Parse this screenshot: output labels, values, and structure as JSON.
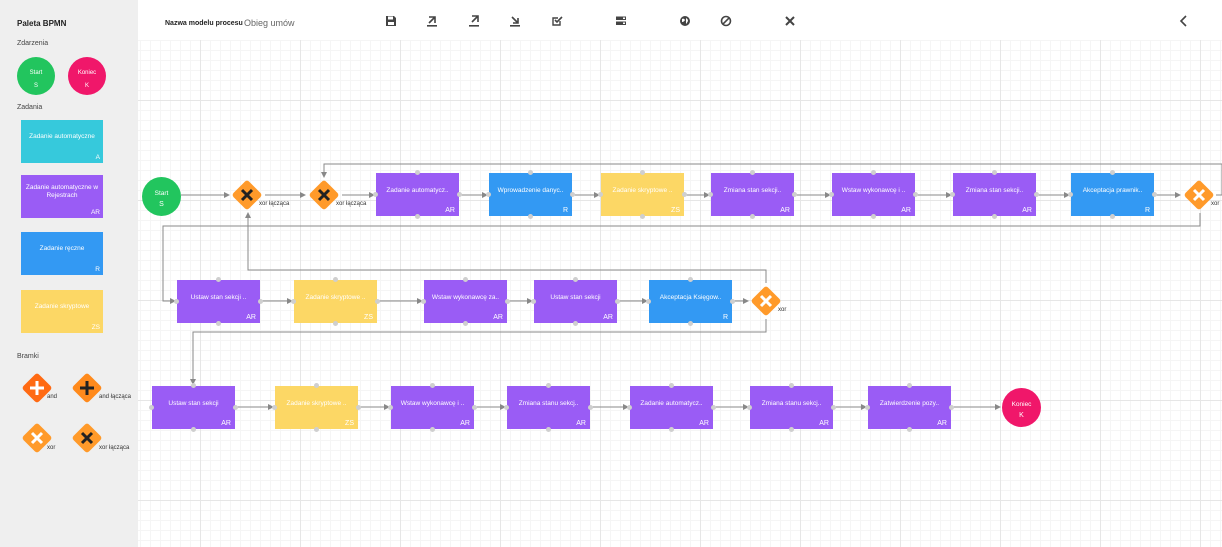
{
  "palette": {
    "title": "Paleta BPMN",
    "sections": {
      "events": "Zdarzenia",
      "tasks": "Zadania",
      "gateways": "Bramki"
    },
    "events": [
      {
        "label": "Start",
        "code": "S",
        "color": "#22c55e"
      },
      {
        "label": "Koniec",
        "code": "K",
        "color": "#f0176a"
      }
    ],
    "tasks": [
      {
        "label": "Zadanie automatyczne",
        "code": "A",
        "color": "#36c9dc"
      },
      {
        "label": "Zadanie automatyczne w Rejestrach",
        "code": "AR",
        "color": "#9a5cf5"
      },
      {
        "label": "Zadanie ręczne",
        "code": "R",
        "color": "#3399f3"
      },
      {
        "label": "Zadanie skryptowe",
        "code": "ZS",
        "color": "#fcd765"
      }
    ],
    "gateways": [
      {
        "label": "and",
        "type": "plus",
        "fill": "#ff6a13",
        "mark": "#ffffff"
      },
      {
        "label": "and łącząca",
        "type": "plus",
        "fill": "#ff8a1c",
        "mark": "#222222"
      },
      {
        "label": "xor",
        "type": "x",
        "fill": "#ff9a2a",
        "mark": "#ffffff"
      },
      {
        "label": "xor łącząca",
        "type": "x",
        "fill": "#ff9a2a",
        "mark": "#222222"
      }
    ]
  },
  "header": {
    "model_label": "Nazwa modelu procesu",
    "model_name": "Obieg umów",
    "toolbar": [
      {
        "name": "save-icon"
      },
      {
        "name": "export-icon"
      },
      {
        "name": "export-alt-icon"
      },
      {
        "name": "import-icon"
      },
      {
        "name": "validate-icon"
      },
      {
        "name": "server-icon"
      },
      {
        "name": "globe-icon"
      },
      {
        "name": "block-icon"
      },
      {
        "name": "close-icon"
      }
    ],
    "collapse_icon": "chevron-left-icon"
  },
  "colors": {
    "start": "#22c55e",
    "end": "#f0176a",
    "auto": "#9a5cf5",
    "manual": "#3399f3",
    "script": "#fcd765",
    "gateway": "#ff9a2a"
  },
  "diagram": {
    "nodes": [
      {
        "id": "start",
        "kind": "start",
        "label": "Start",
        "code": "S"
      },
      {
        "id": "g1",
        "kind": "gateway",
        "mark": "#222222",
        "label": "xor łącząca"
      },
      {
        "id": "g2",
        "kind": "gateway",
        "mark": "#222222",
        "label": "xor łącząca"
      },
      {
        "id": "t1",
        "kind": "auto",
        "label": "Zadanie automatycz..",
        "code": "AR"
      },
      {
        "id": "t2",
        "kind": "manual",
        "label": "Wprowadzenie danyc..",
        "code": "R"
      },
      {
        "id": "t3",
        "kind": "script",
        "label": "Zadanie skryptowe ..",
        "code": "ZS"
      },
      {
        "id": "t4",
        "kind": "auto",
        "label": "Zmiana stan sekcji..",
        "code": "AR"
      },
      {
        "id": "t5",
        "kind": "auto",
        "label": "Wstaw wykonawcę i ..",
        "code": "AR"
      },
      {
        "id": "t6",
        "kind": "auto",
        "label": "Zmiana stan sekcji..",
        "code": "AR"
      },
      {
        "id": "t7",
        "kind": "manual",
        "label": "Akceptacja prawnik..",
        "code": "R"
      },
      {
        "id": "g3",
        "kind": "gateway",
        "mark": "#ffffff",
        "label": "xor"
      },
      {
        "id": "t8",
        "kind": "auto",
        "label": "Ustaw stan sekcji ..",
        "code": "AR"
      },
      {
        "id": "t9",
        "kind": "script",
        "label": "Zadanie skryptowe ..",
        "code": "ZS"
      },
      {
        "id": "t10",
        "kind": "auto",
        "label": "Wstaw wykonawcę za..",
        "code": "AR"
      },
      {
        "id": "t11",
        "kind": "auto",
        "label": "Ustaw stan sekcji",
        "code": "AR"
      },
      {
        "id": "t12",
        "kind": "manual",
        "label": "Akceptacja Księgow..",
        "code": "R"
      },
      {
        "id": "g4",
        "kind": "gateway",
        "mark": "#ffffff",
        "label": "xor"
      },
      {
        "id": "t13",
        "kind": "auto",
        "label": "Ustaw stan sekcji",
        "code": "AR"
      },
      {
        "id": "t14",
        "kind": "script",
        "label": "Zadanie skryptowe ..",
        "code": "ZS"
      },
      {
        "id": "t15",
        "kind": "auto",
        "label": "Wstaw wykonawcę i ..",
        "code": "AR"
      },
      {
        "id": "t16",
        "kind": "auto",
        "label": "Zmiana stanu sekcj..",
        "code": "AR"
      },
      {
        "id": "t17",
        "kind": "auto",
        "label": "Zadanie automatycz..",
        "code": "AR"
      },
      {
        "id": "t18",
        "kind": "auto",
        "label": "Zmiana stanu sekcj..",
        "code": "AR"
      },
      {
        "id": "t19",
        "kind": "auto",
        "label": "Zatwierdzenie pozy..",
        "code": "AR"
      },
      {
        "id": "end",
        "kind": "end",
        "label": "Koniec",
        "code": "K"
      }
    ]
  }
}
